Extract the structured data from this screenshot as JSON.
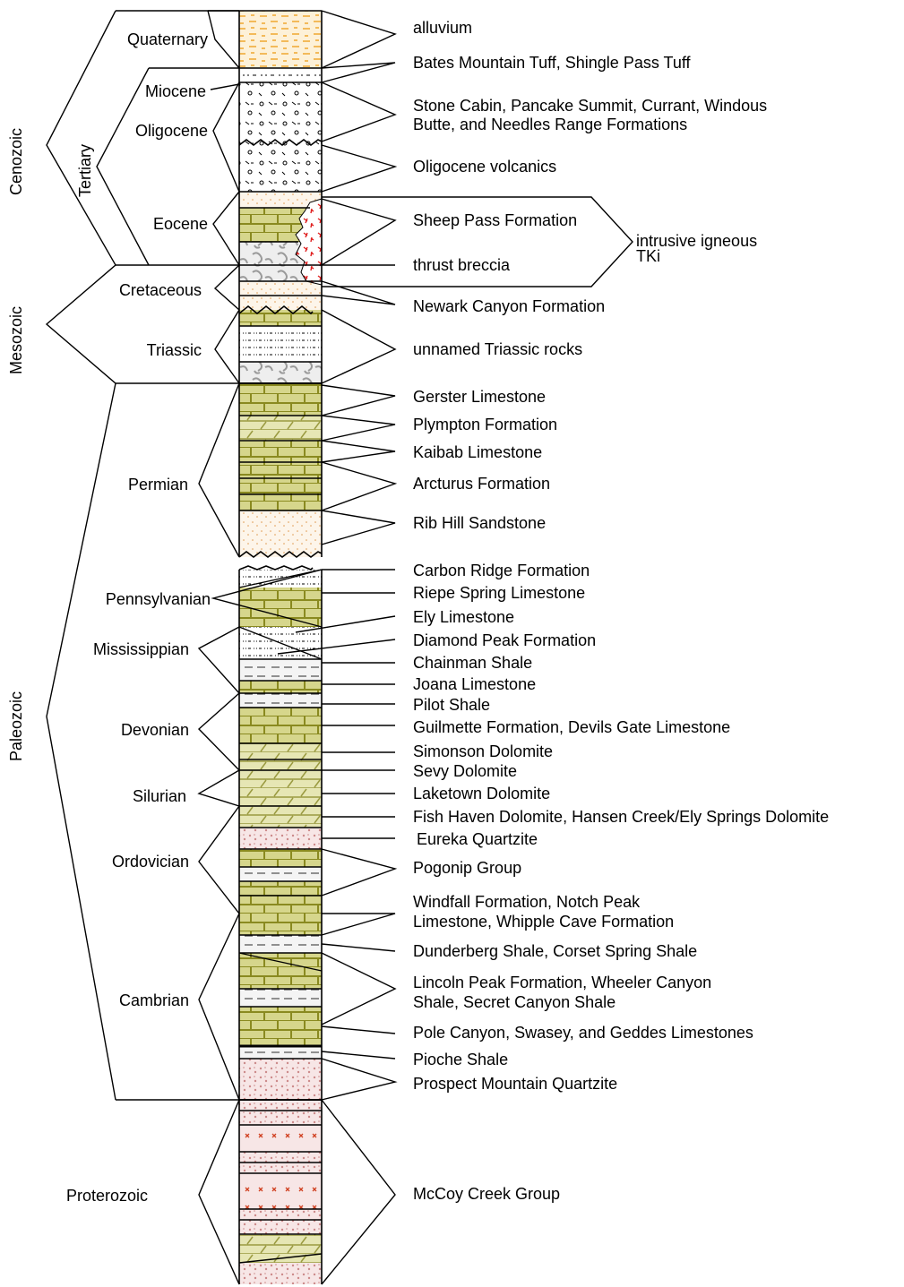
{
  "eras": {
    "cenozoic": "Cenozoic",
    "mesozoic": "Mesozoic",
    "paleozoic": "Paleozoic",
    "tertiary": "Tertiary"
  },
  "periods": {
    "quaternary": "Quaternary",
    "miocene": "Miocene",
    "oligocene": "Oligocene",
    "eocene": "Eocene",
    "cretaceous": "Cretaceous",
    "triassic": "Triassic",
    "permian": "Permian",
    "pennsylvanian": "Pennsylvanian",
    "mississippian": "Mississippian",
    "devonian": "Devonian",
    "silurian": "Silurian",
    "ordovician": "Ordovician",
    "cambrian": "Cambrian",
    "proterozoic": "Proterozoic"
  },
  "units": {
    "alluvium": "alluvium",
    "bates": "Bates Mountain Tuff, Shingle Pass Tuff",
    "stone_cabin_1": "Stone Cabin, Pancake Summit, Currant, Windous",
    "stone_cabin_2": "Butte, and Needles Range Formations",
    "oligocene_volcanics": "Oligocene volcanics",
    "sheep_pass": "Sheep Pass Formation",
    "thrust_breccia": "thrust breccia",
    "intrusive_1": "intrusive igneous",
    "intrusive_2": "TKi",
    "newark": "Newark Canyon Formation",
    "triassic_rocks": "unnamed Triassic rocks",
    "gerster": "Gerster Limestone",
    "plympton": "Plympton Formation",
    "kaibab": "Kaibab Limestone",
    "arcturus": "Arcturus Formation",
    "rib_hill": "Rib Hill Sandstone",
    "carbon_ridge": "Carbon Ridge Formation",
    "riepe": "Riepe Spring Limestone",
    "ely": "Ely Limestone",
    "diamond": "Diamond Peak Formation",
    "chainman": "Chainman Shale",
    "joana": "Joana Limestone",
    "pilot": "Pilot Shale",
    "guilmette": "Guilmette Formation, Devils Gate Limestone",
    "simonson": "Simonson Dolomite",
    "sevy": "Sevy Dolomite",
    "laketown": "Laketown Dolomite",
    "fish_haven": "Fish Haven Dolomite, Hansen Creek/Ely Springs Dolomite",
    "eureka": "Eureka Quartzite",
    "pogonip": "Pogonip Group",
    "windfall_1": "Windfall Formation, Notch Peak",
    "windfall_2": "Limestone, Whipple Cave Formation",
    "dunderberg": "Dunderberg Shale, Corset Spring Shale",
    "lincoln_1": "Lincoln Peak Formation, Wheeler Canyon",
    "lincoln_2": "Shale, Secret Canyon Shale",
    "pole_canyon": "Pole Canyon, Swasey, and Geddes Limestones",
    "pioche": "Pioche Shale",
    "prospect": "Prospect Mountain Quartzite",
    "mccoy": "McCoy Creek Group"
  },
  "colors": {
    "limestone": "#c8c87a",
    "limestone_line": "#8a8a20",
    "alluvium": "#f5c060",
    "quartzite": "#e2b0b0",
    "intrusive": "#e02020",
    "breccia": "#999999"
  }
}
